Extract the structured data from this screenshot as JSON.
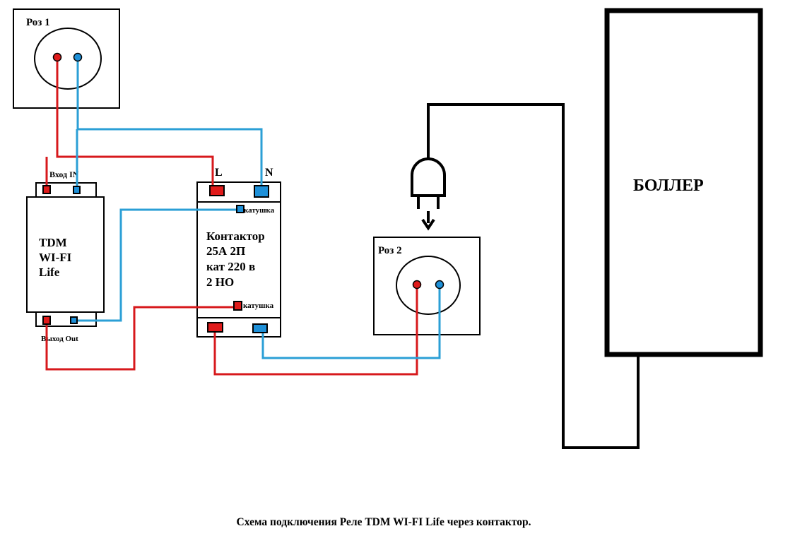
{
  "labels": {
    "socket1": "Роз 1",
    "socket2": "Роз 2",
    "relay_in": "Вход IN",
    "relay_out": "Выход Out",
    "relay_line1": "TDM",
    "relay_line2": "WI-FI",
    "relay_line3": "Life",
    "terminal_l": "L",
    "terminal_n": "N",
    "coil_top": "катушка",
    "coil_bottom": "катушка",
    "contactor_line1": "Контактор",
    "contactor_line2": "25А 2П",
    "contactor_line3": "кат 220 в",
    "contactor_line4": "2 НО",
    "boiler": "БОЛЛЕР",
    "caption": "Схема подключения Реле TDM WI-FI Life через контактор."
  },
  "colors": {
    "phase": "#d7191c",
    "neutral": "#2b9fd6",
    "outline": "#000000",
    "terminal_blue": "#1e90d8",
    "terminal_red": "#e01b1b"
  }
}
